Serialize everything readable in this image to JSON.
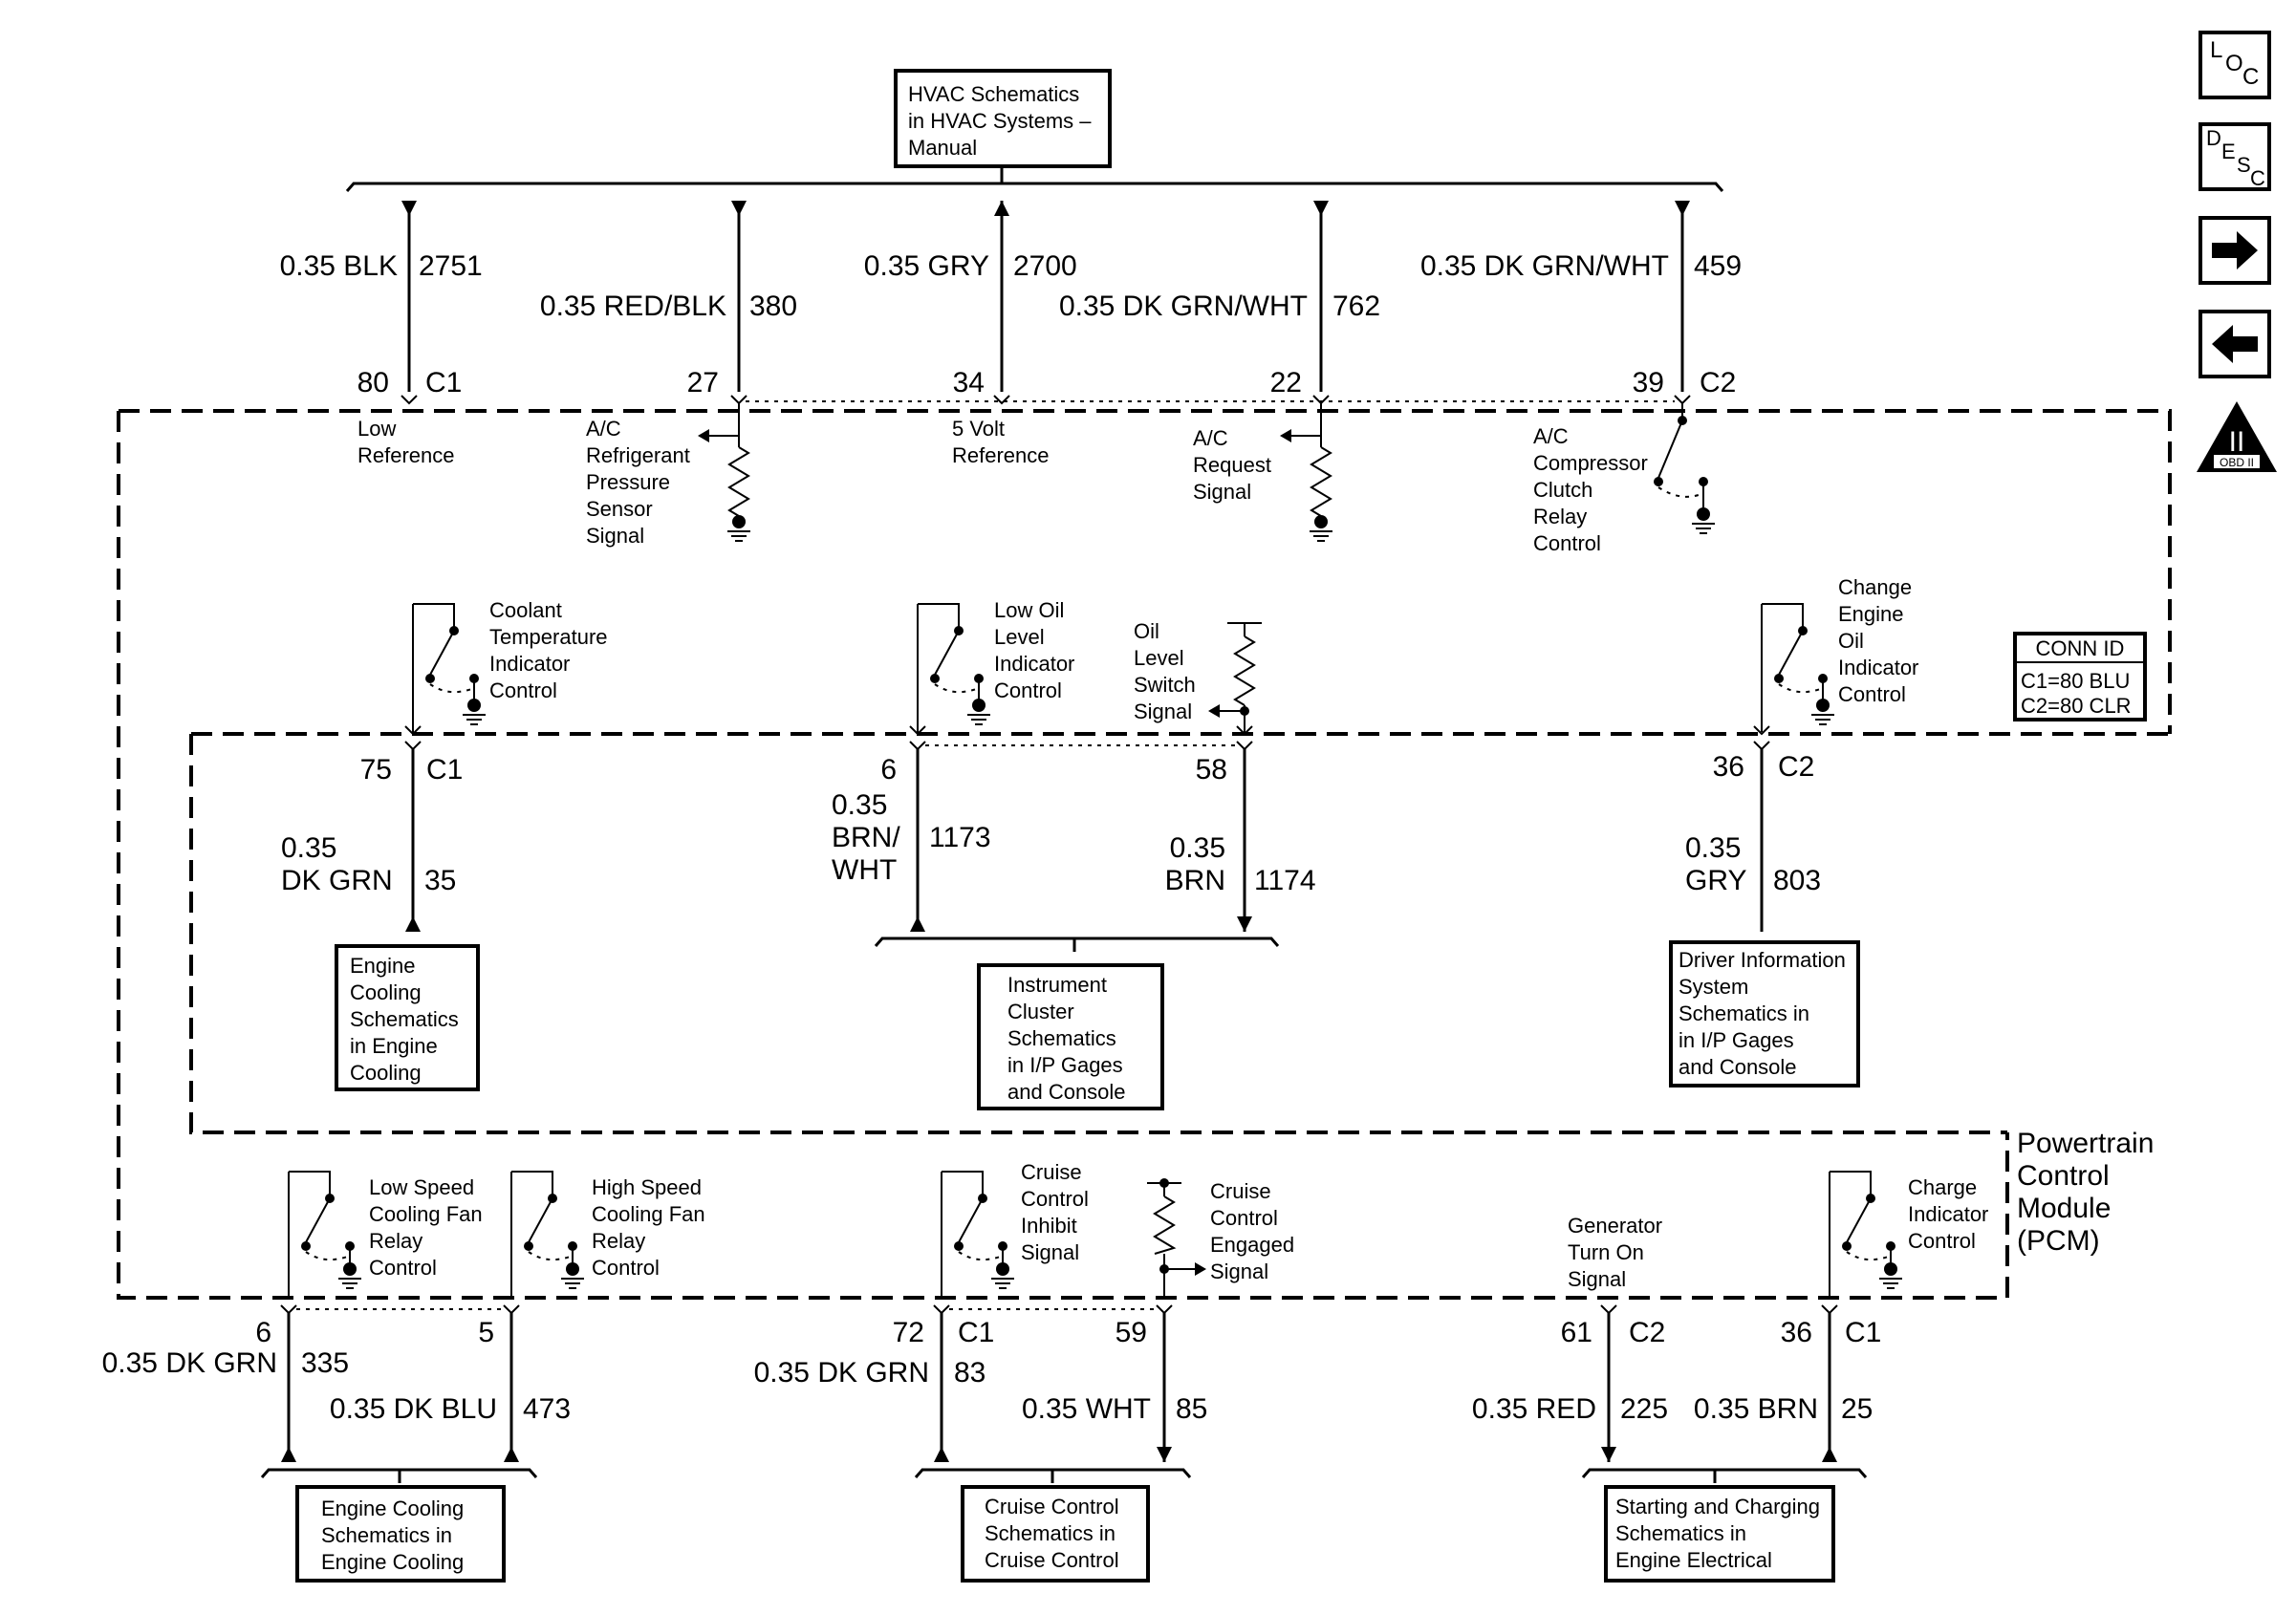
{
  "nav": {
    "loc": {
      "l": "L",
      "o": "O",
      "c": "C"
    },
    "desc": {
      "d": "D",
      "e": "E",
      "s": "S",
      "c": "C"
    },
    "obd": {
      "numeral": "II",
      "label": "OBD II"
    }
  },
  "module": {
    "name": [
      "Powertrain",
      "Control",
      "Module",
      "(PCM)"
    ]
  },
  "conn_id": {
    "title": "CONN ID",
    "c1": "C1=80 BLU",
    "c2": "C2=80 CLR"
  },
  "boxes": {
    "hvac": [
      "HVAC Schematics",
      "in HVAC Systems –",
      "Manual"
    ],
    "engine_cooling_mid": [
      "Engine",
      "Cooling",
      "Schematics",
      "in Engine",
      "Cooling"
    ],
    "instrument_cluster": [
      "Instrument",
      "Cluster",
      "Schematics",
      "in I/P Gages",
      "and Console"
    ],
    "driver_info": [
      "Driver Information",
      "System",
      "Schematics in",
      "in I/P Gages",
      "and Console"
    ],
    "engine_cooling_bot": [
      "Engine Cooling",
      "Schematics in",
      "Engine Cooling"
    ],
    "cruise_control": [
      "Cruise Control",
      "Schematics in",
      "Cruise Control"
    ],
    "starting_charging": [
      "Starting and Charging",
      "Schematics in",
      "Engine Electrical"
    ]
  },
  "top_wires": [
    {
      "wire": "0.35 BLK",
      "circuit": "2751",
      "pin": "80",
      "conn": "C1",
      "label": [
        "Low",
        "Reference"
      ]
    },
    {
      "wire": "0.35 RED/BLK",
      "circuit": "380",
      "pin": "27",
      "conn": "",
      "label": [
        "A/C",
        "Refrigerant",
        "Pressure",
        "Sensor",
        "Signal"
      ]
    },
    {
      "wire": "0.35 GRY",
      "circuit": "2700",
      "pin": "34",
      "conn": "",
      "label": [
        "5 Volt",
        "Reference"
      ]
    },
    {
      "wire": "0.35 DK GRN/WHT",
      "circuit": "762",
      "pin": "22",
      "conn": "",
      "label": [
        "A/C",
        "Request",
        "Signal"
      ]
    },
    {
      "wire": "0.35 DK GRN/WHT",
      "circuit": "459",
      "pin": "39",
      "conn": "C2",
      "label": [
        "A/C",
        "Compressor",
        "Clutch",
        "Relay",
        "Control"
      ]
    }
  ],
  "mid_wires": [
    {
      "wire": [
        "0.35",
        "DK GRN"
      ],
      "circuit": "35",
      "pin": "75",
      "conn": "C1",
      "label": [
        "Coolant",
        "Temperature",
        "Indicator",
        "Control"
      ]
    },
    {
      "wire": [
        "0.35",
        "BRN/",
        "WHT"
      ],
      "circuit": "1173",
      "pin": "6",
      "conn": "",
      "label": [
        "Low Oil",
        "Level",
        "Indicator",
        "Control"
      ]
    },
    {
      "wire": [
        "0.35",
        "BRN"
      ],
      "circuit": "1174",
      "pin": "58",
      "conn": "",
      "label": [
        "Oil",
        "Level",
        "Switch",
        "Signal"
      ]
    },
    {
      "wire": [
        "0.35",
        "GRY"
      ],
      "circuit": "803",
      "pin": "36",
      "conn": "C2",
      "label": [
        "Change",
        "Engine",
        "Oil",
        "Indicator",
        "Control"
      ]
    }
  ],
  "bot_wires": [
    {
      "wire": "0.35 DK GRN",
      "circuit": "335",
      "pin": "6",
      "conn": "",
      "label": [
        "Low Speed",
        "Cooling Fan",
        "Relay",
        "Control"
      ]
    },
    {
      "wire": "0.35 DK BLU",
      "circuit": "473",
      "pin": "5",
      "conn": "",
      "label": [
        "High Speed",
        "Cooling Fan",
        "Relay",
        "Control"
      ]
    },
    {
      "wire": "0.35 DK GRN",
      "circuit": "83",
      "pin": "72",
      "conn": "C1",
      "label": [
        "Cruise",
        "Control",
        "Inhibit",
        "Signal"
      ]
    },
    {
      "wire": "0.35 WHT",
      "circuit": "85",
      "pin": "59",
      "conn": "",
      "label": [
        "Cruise",
        "Control",
        "Engaged",
        "Signal"
      ]
    },
    {
      "wire": "0.35 RED",
      "circuit": "225",
      "pin": "61",
      "conn": "C2",
      "label": [
        "Generator",
        "Turn On",
        "Signal"
      ]
    },
    {
      "wire": "0.35 BRN",
      "circuit": "25",
      "pin": "36",
      "conn": "C1",
      "label": [
        "Charge",
        "Indicator",
        "Control"
      ]
    }
  ]
}
